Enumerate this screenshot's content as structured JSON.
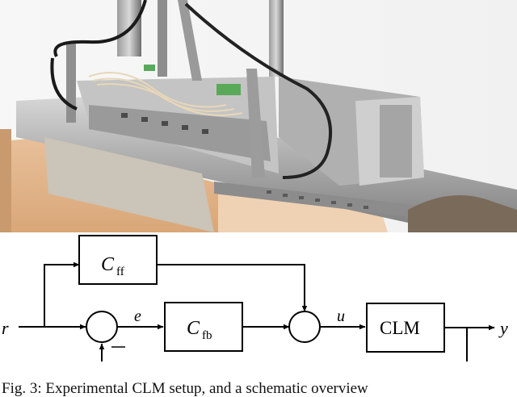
{
  "figure": {
    "photo": {
      "description": "Experimental coreless linear motor (CLM) setup photograph",
      "palette": {
        "background": "#f4f4f4",
        "wood": "#e2b68c",
        "metal": "#b8b8b8",
        "metal_dark": "#6e6e6e",
        "cable": "#1a1a1a",
        "connector": "#5aa85a"
      }
    },
    "diagram": {
      "blocks": {
        "feedforward": {
          "symbol": "C",
          "subscript": "ff"
        },
        "feedback": {
          "symbol": "C",
          "subscript": "fb"
        },
        "plant": {
          "label": "CLM"
        }
      },
      "signals": {
        "reference": "r",
        "error": "e",
        "input": "u",
        "output": "y"
      },
      "feedback_sign": "−"
    },
    "caption": "Fig. 3: Experimental CLM setup, and a schematic overview"
  }
}
